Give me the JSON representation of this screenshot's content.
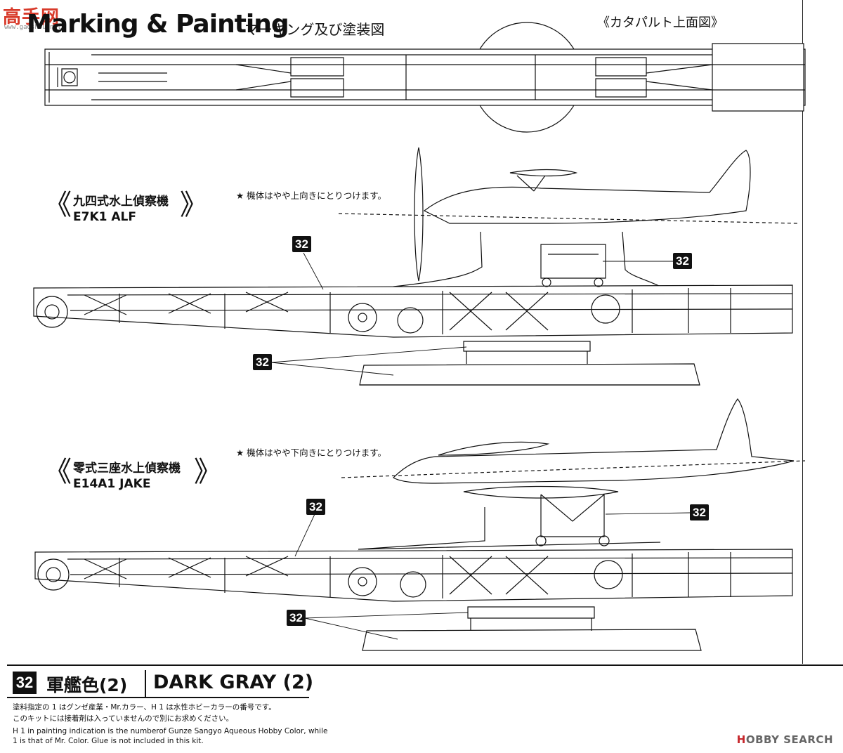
{
  "watermark": {
    "logo_text": "高手网",
    "url": "www.gaoshou.net"
  },
  "header": {
    "title": "Marking & Painting",
    "subtitle_jp": "マーキング及び塗装図",
    "catapult_top_label": "《カタパルト上面図》"
  },
  "aircraft": [
    {
      "name_jp": "九四式水上偵察機",
      "name_en": "E7K1 ALF",
      "note": "★ 機体はやや上向きにとりつけます。",
      "color_callouts": [
        "32",
        "32",
        "32"
      ]
    },
    {
      "name_jp": "零式三座水上偵察機",
      "name_en": "E14A1 JAKE",
      "note": "★ 機体はやや下向きにとりつけます。",
      "color_callouts": [
        "32",
        "32",
        "32"
      ]
    }
  ],
  "legend": {
    "badge": "32",
    "color_jp": "軍艦色(2)",
    "color_en": "DARK GRAY (2)"
  },
  "footnotes": {
    "jp_line1": "塗料指定の 1 はグンゼ産業・Mr.カラー、H 1 は水性ホビーカラーの番号です。",
    "jp_line2": "このキットには接着剤は入っていませんので別にお求めください。",
    "en_line1": "H 1 in painting indication is the numberof Gunze Sangyo Aqueous Hobby Color, while",
    "en_line2": "1 is that of  Mr. Color. Glue is not included in this kit."
  },
  "source_mark": {
    "brand_prefix": "H",
    "brand_rest": "OBBY SEARCH"
  }
}
